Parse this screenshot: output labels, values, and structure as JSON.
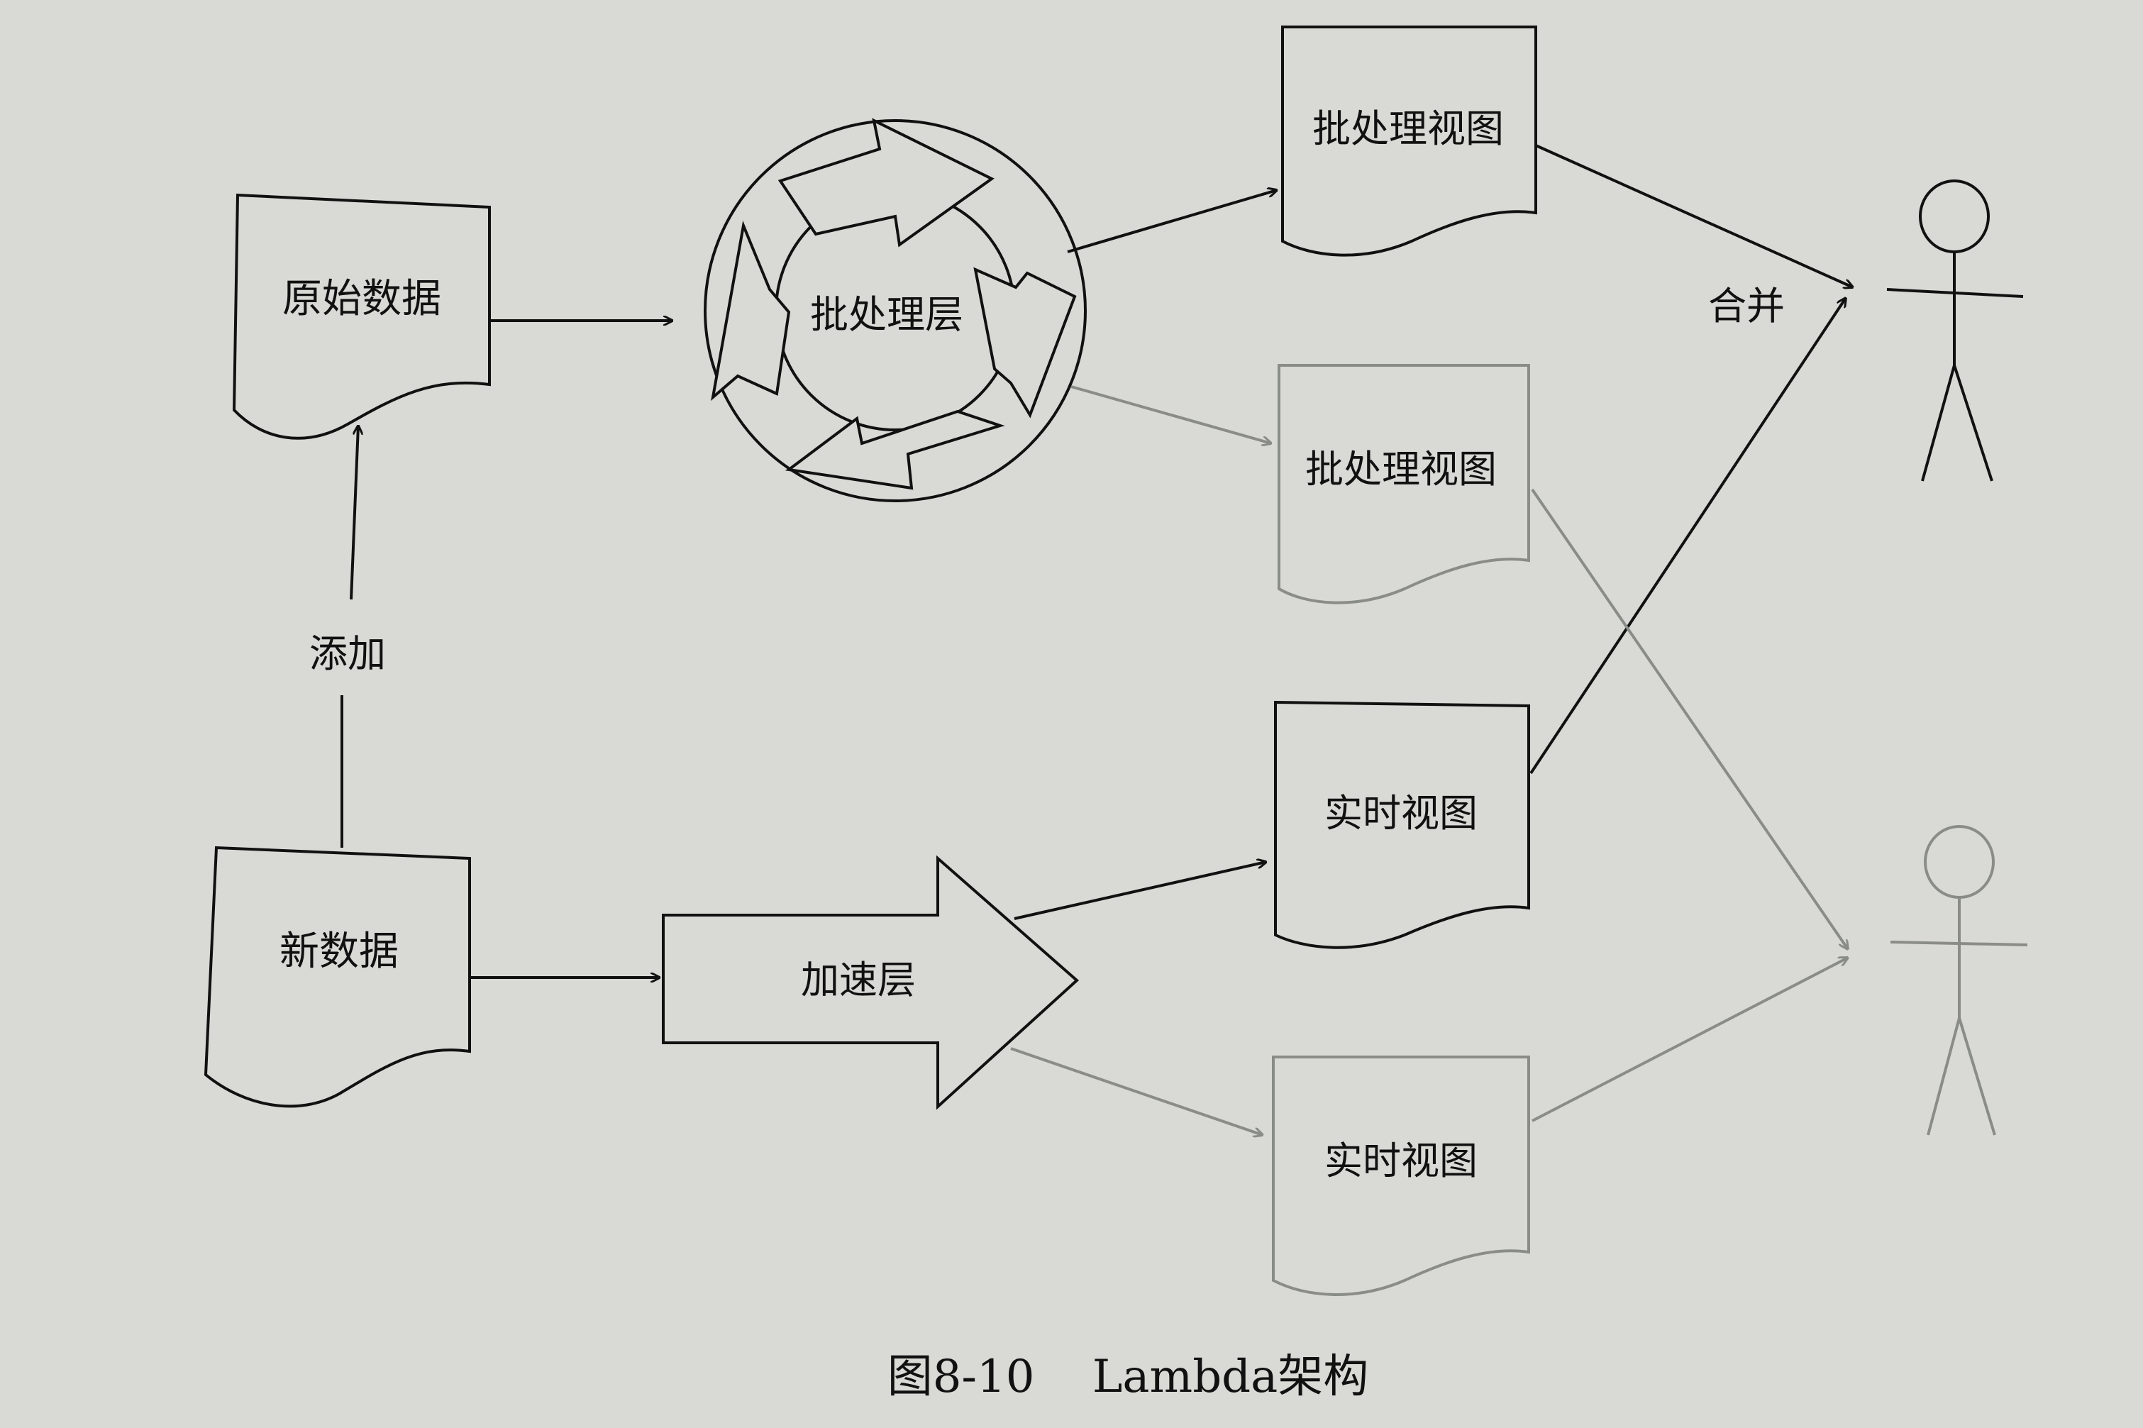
{
  "nodes": {
    "raw_data": "原始数据",
    "new_data": "新数据",
    "batch_layer": "批处理层",
    "speed_layer": "加速层",
    "batch_view_1": "批处理视图",
    "batch_view_2": "批处理视图",
    "realtime_view_1": "实时视图",
    "realtime_view_2": "实时视图"
  },
  "edges": {
    "append": "添加",
    "merge": "合并"
  },
  "caption": "图8-10    Lambda架构",
  "colors": {
    "background": "#d9dad5",
    "ink": "#111111",
    "faded_ink": "#8a8c88"
  }
}
